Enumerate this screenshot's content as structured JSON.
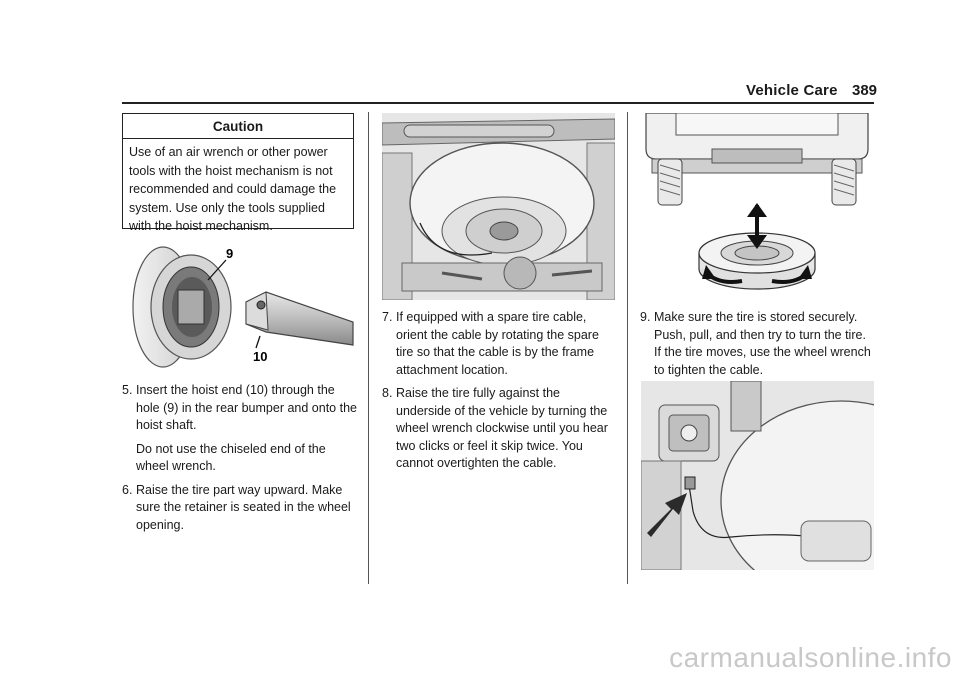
{
  "header": {
    "section": "Vehicle Care",
    "page_number": "389"
  },
  "caution": {
    "title": "Caution",
    "body": "Use of an air wrench or other power tools with the hoist mechanism is not recommended and could damage the system. Use only the tools supplied with the hoist mechanism."
  },
  "figure_bumper": {
    "callout_9": "9",
    "callout_10": "10"
  },
  "steps": {
    "s5": {
      "num": "5.",
      "text": "Insert the hoist end (10) through the hole (9) in the rear bumper and onto the hoist shaft.",
      "note": "Do not use the chiseled end of the wheel wrench."
    },
    "s6": {
      "num": "6.",
      "text": "Raise the tire part way upward. Make sure the retainer is seated in the wheel opening."
    },
    "s7": {
      "num": "7.",
      "text": "If equipped with a spare tire cable, orient the cable by rotating the spare tire so that the cable is by the frame attachment location."
    },
    "s8": {
      "num": "8.",
      "text": "Raise the tire fully against the underside of the vehicle by turning the wheel wrench clockwise until you hear two clicks or feel it skip twice. You cannot overtighten the cable."
    },
    "s9": {
      "num": "9.",
      "text": "Make sure the tire is stored securely. Push, pull, and then try to turn the tire. If the tire moves, use the wheel wrench to tighten the cable."
    }
  },
  "watermark": "carmanualsonline.info"
}
